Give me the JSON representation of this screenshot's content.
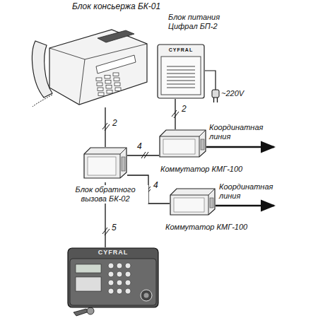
{
  "diagram": {
    "nodes": [
      {
        "text": [
          "Блок консьержа БК-01"
        ]
      },
      {
        "text": [
          "Блок питания Цифрал БП-2",
          "CYFRAL"
        ]
      },
      {
        "text": [
          "Коммутатор КМГ-100"
        ]
      },
      {
        "text": [
          "Блок обратного вызова БК-02"
        ]
      },
      {
        "text": [
          "Коммутатор КМГ-100"
        ]
      },
      {
        "text": [
          "CYFRAL"
        ]
      }
    ],
    "edges": [
      {
        "from": 0,
        "to": 3,
        "arrow": "none",
        "label": "2"
      },
      {
        "from": 1,
        "to": 2,
        "arrow": "none",
        "label": "2"
      },
      {
        "from": 3,
        "to": 2,
        "arrow": "none",
        "label": "4"
      },
      {
        "from": 3,
        "to": 4,
        "arrow": "none",
        "label": "4"
      },
      {
        "from": 3,
        "to": 5,
        "arrow": "none",
        "label": "5"
      }
    ],
    "labels": [
      "Координатная линия",
      "Координатная линия",
      "~220V"
    ]
  }
}
